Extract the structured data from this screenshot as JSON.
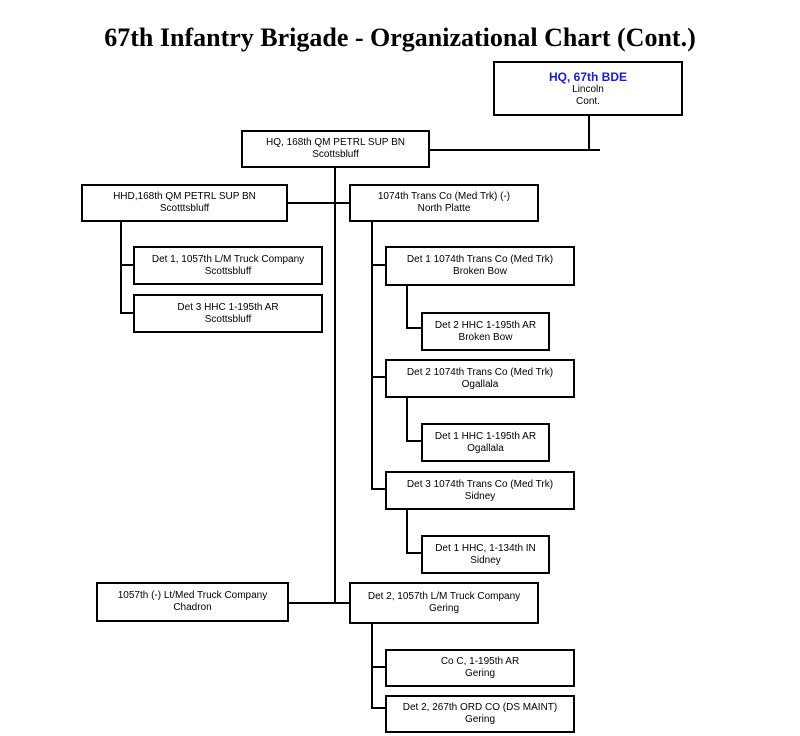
{
  "title": "67th Infantry Brigade - Organizational Chart (Cont.)",
  "nodes": {
    "hq_bde": {
      "name": "HQ, 67th BDE",
      "loc": "Lincoln",
      "note": "Cont."
    },
    "hq_168": {
      "name": "HQ, 168th QM PETRL SUP BN",
      "loc": "Scottsbluff"
    },
    "hhd_168": {
      "name": "HHD,168th QM PETRL SUP BN",
      "loc": "Scotttsbluff"
    },
    "tc_1074": {
      "name": "1074th Trans Co (Med Trk) (-)",
      "loc": "North Platte"
    },
    "det1_1057": {
      "name": "Det 1, 1057th L/M Truck Company",
      "loc": "Scottsbluff"
    },
    "det3_hhc195": {
      "name": "Det 3  HHC 1-195th AR",
      "loc": "Scottsbluff"
    },
    "det1_1074": {
      "name": "Det 1 1074th Trans Co (Med Trk)",
      "loc": "Broken Bow"
    },
    "det2_hhc195": {
      "name": "Det 2  HHC 1-195th AR",
      "loc": "Broken Bow"
    },
    "det2_1074": {
      "name": "Det 2 1074th Trans Co (Med Trk)",
      "loc": "Ogallala"
    },
    "det1_hhc195": {
      "name": "Det 1  HHC 1-195th AR",
      "loc": "Ogallala"
    },
    "det3_1074": {
      "name": "Det 3 1074th Trans Co (Med Trk)",
      "loc": "Sidney"
    },
    "det1_hhc134": {
      "name": "Det 1  HHC, 1-134th IN",
      "loc": "Sidney"
    },
    "tc_1057": {
      "name": "1057th (-) Lt/Med Truck Company",
      "loc": "Chadron"
    },
    "det2_1057": {
      "name": "Det 2, 1057th L/M Truck Company",
      "loc": "Gering"
    },
    "coc_195": {
      "name": "Co C, 1-195th AR",
      "loc": "Gering"
    },
    "det2_267": {
      "name": "Det 2, 267th ORD CO (DS MAINT)",
      "loc": "Gering"
    }
  }
}
